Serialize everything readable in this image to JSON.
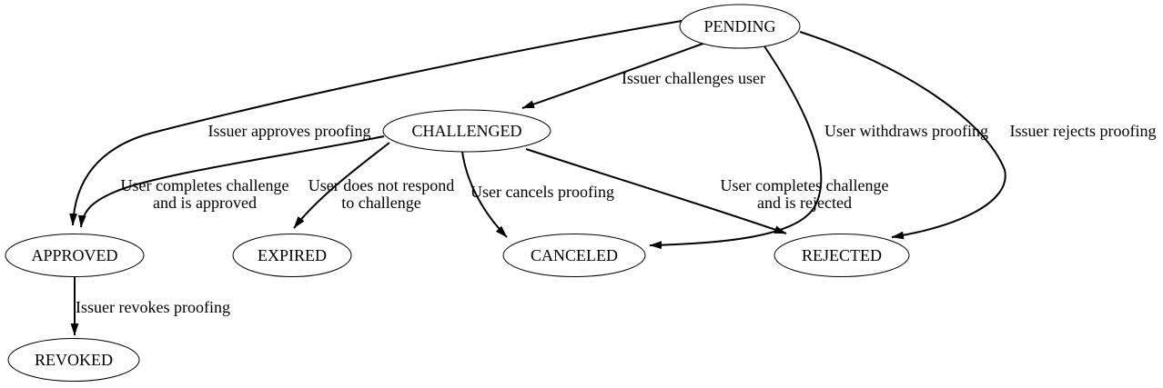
{
  "diagram": {
    "title": "proofing-state-diagram",
    "type": "directed-state-graph",
    "colors": {
      "background": "#ffffff",
      "node_fill": "#ffffff",
      "node_stroke": "#000000",
      "edge_stroke": "#000000",
      "text": "#000000"
    },
    "nodes": [
      {
        "id": "pending",
        "label": "PENDING"
      },
      {
        "id": "challenged",
        "label": "CHALLENGED"
      },
      {
        "id": "approved",
        "label": "APPROVED"
      },
      {
        "id": "expired",
        "label": "EXPIRED"
      },
      {
        "id": "canceled",
        "label": "CANCELED"
      },
      {
        "id": "rejected",
        "label": "REJECTED"
      },
      {
        "id": "revoked",
        "label": "REVOKED"
      }
    ],
    "edges": [
      {
        "from": "PENDING",
        "to": "CHALLENGED",
        "label": "Issuer challenges user",
        "lines": [
          "Issuer challenges user"
        ]
      },
      {
        "from": "PENDING",
        "to": "APPROVED",
        "label": "Issuer approves proofing",
        "lines": [
          "Issuer approves proofing"
        ]
      },
      {
        "from": "PENDING",
        "to": "CANCELED",
        "label": "User withdraws proofing",
        "lines": [
          "User withdraws proofing"
        ]
      },
      {
        "from": "PENDING",
        "to": "REJECTED",
        "label": "Issuer rejects proofing",
        "lines": [
          "Issuer rejects proofing"
        ]
      },
      {
        "from": "CHALLENGED",
        "to": "APPROVED",
        "label": "User completes challenge and is approved",
        "lines": [
          "User completes challenge",
          "and is approved"
        ]
      },
      {
        "from": "CHALLENGED",
        "to": "EXPIRED",
        "label": "User does not respond to challenge",
        "lines": [
          "User does not respond",
          "to challenge"
        ]
      },
      {
        "from": "CHALLENGED",
        "to": "CANCELED",
        "label": "User cancels proofing",
        "lines": [
          "User cancels proofing"
        ]
      },
      {
        "from": "CHALLENGED",
        "to": "REJECTED",
        "label": "User completes challenge and is rejected",
        "lines": [
          "User completes challenge",
          "and is rejected"
        ]
      },
      {
        "from": "APPROVED",
        "to": "REVOKED",
        "label": "Issuer revokes proofing",
        "lines": [
          "Issuer revokes proofing"
        ]
      }
    ]
  }
}
